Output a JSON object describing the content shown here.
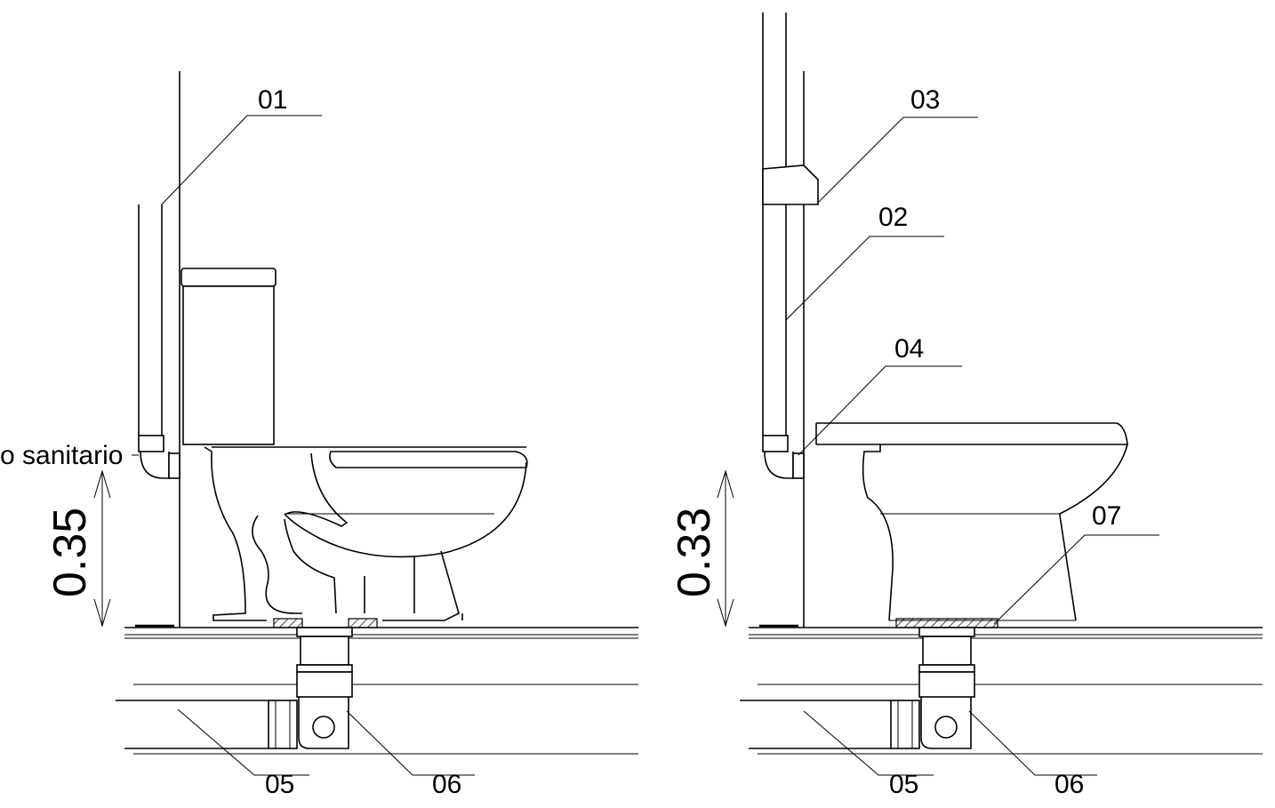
{
  "left_view": {
    "callouts": {
      "c01": "01",
      "c05": "05",
      "c06": "06"
    },
    "side_label": "o sanitario",
    "height_dimension": "0.35"
  },
  "right_view": {
    "callouts": {
      "c02": "02",
      "c03": "03",
      "c04": "04",
      "c05": "05",
      "c06": "06",
      "c07": "07"
    },
    "height_dimension": "0.33"
  }
}
